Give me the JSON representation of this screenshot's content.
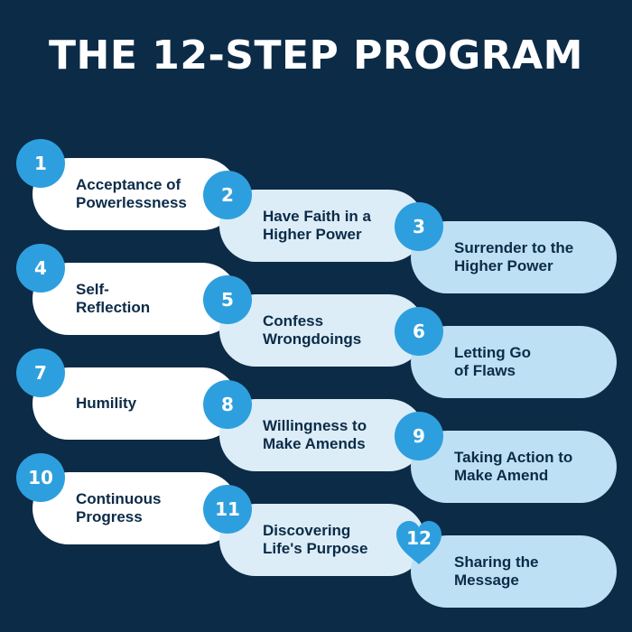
{
  "title": "THE 12-STEP PROGRAM",
  "colors": {
    "background": "#0c2b47",
    "badge": "#2e9fde",
    "pill_col1": "#ffffff",
    "pill_col2": "#dcedf8",
    "pill_col3": "#bde0f5"
  },
  "steps": [
    {
      "number": "1",
      "line1": "Acceptance of",
      "line2": "Powerlessness"
    },
    {
      "number": "2",
      "line1": "Have Faith in a",
      "line2": "Higher Power"
    },
    {
      "number": "3",
      "line1": "Surrender to the",
      "line2": "Higher Power"
    },
    {
      "number": "4",
      "line1": "Self-",
      "line2": "Reflection"
    },
    {
      "number": "5",
      "line1": "Confess",
      "line2": "Wrongdoings"
    },
    {
      "number": "6",
      "line1": "Letting Go",
      "line2": "of Flaws"
    },
    {
      "number": "7",
      "line1": "Humility",
      "line2": ""
    },
    {
      "number": "8",
      "line1": "Willingness to",
      "line2": "Make Amends"
    },
    {
      "number": "9",
      "line1": "Taking Action to",
      "line2": "Make Amend"
    },
    {
      "number": "10",
      "line1": "Continuous",
      "line2": "Progress"
    },
    {
      "number": "11",
      "line1": "Discovering",
      "line2": "Life's Purpose"
    },
    {
      "number": "12",
      "line1": "Sharing the",
      "line2": "Message",
      "badge_shape": "heart-icon"
    }
  ]
}
